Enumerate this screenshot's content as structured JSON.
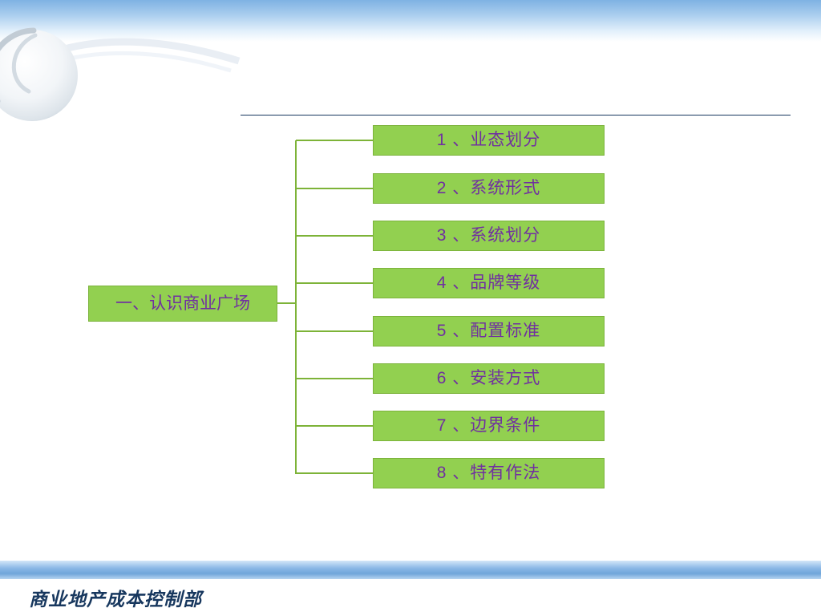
{
  "tree": {
    "root": "一、认识商业广场",
    "branches": [
      "1 、业态划分",
      "2 、系统形式",
      "3 、系统划分",
      "4 、品牌等级",
      "5 、配置标准",
      "6 、安装方式",
      "7 、边界条件",
      "8 、特有作法"
    ]
  },
  "footer": {
    "text": "商业地产成本控制部"
  },
  "colors": {
    "node_fill": "#92D050",
    "node_text": "#7030A0",
    "connector_green": "#7DB338",
    "header_blue": "#7FB2E3",
    "divider_navy": "#17375E",
    "footer_text_navy": "#17375E"
  }
}
